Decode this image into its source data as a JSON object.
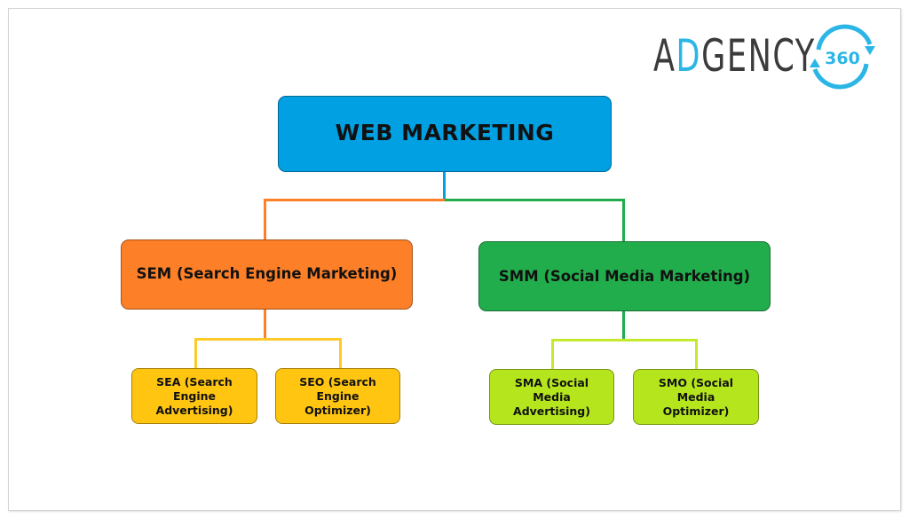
{
  "logo": {
    "prefix": "A",
    "accent_letter": "D",
    "suffix": "GENCY",
    "badge": "360",
    "text_color": "#3b3b3b",
    "accent_color": "#2bb6e6"
  },
  "diagram": {
    "root": {
      "label": "WEB MARKETING",
      "color": "#00a0e3"
    },
    "branches": [
      {
        "label": "SEM (Search Engine Marketing)",
        "color": "#fd7f27",
        "connector_color": "#fd7f27",
        "children": [
          {
            "line1": "SEA (Search",
            "line2": "Engine",
            "line3": "Advertising)",
            "color": "#ffc510"
          },
          {
            "line1": "SEO (Search",
            "line2": "Engine",
            "line3": "Optimizer)",
            "color": "#ffc510"
          }
        ],
        "child_connector_color": "#ffc928"
      },
      {
        "label": "SMM (Social Media Marketing)",
        "color": "#22ad4c",
        "connector_color": "#22ad4c",
        "children": [
          {
            "line1": "SMA (Social",
            "line2": "Media",
            "line3": "Advertising)",
            "color": "#b5e61d"
          },
          {
            "line1": "SMO (Social",
            "line2": "Media",
            "line3": "Optimizer)",
            "color": "#b5e61d"
          }
        ],
        "child_connector_color": "#c3ea2e"
      }
    ]
  }
}
